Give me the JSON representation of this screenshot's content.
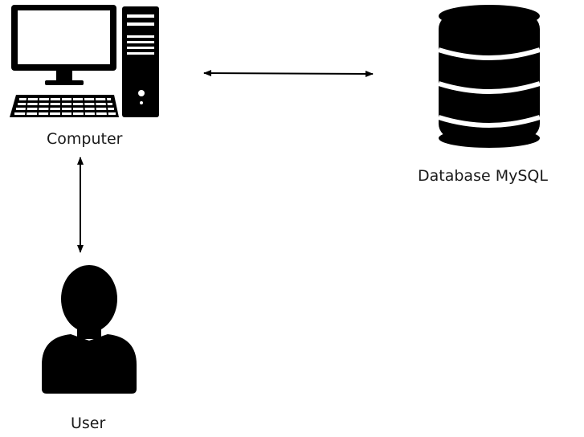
{
  "nodes": {
    "computer": {
      "label": "Computer",
      "icon": "desktop-computer-icon"
    },
    "database": {
      "label": "Database MySQL",
      "icon": "database-icon"
    },
    "user": {
      "label": "User",
      "icon": "user-icon"
    }
  },
  "edges": [
    {
      "from": "computer",
      "to": "database",
      "direction": "bidirectional"
    },
    {
      "from": "computer",
      "to": "user",
      "direction": "bidirectional"
    }
  ],
  "colors": {
    "icon": "#000000",
    "arrow": "#000000",
    "text": "#1a1a1a",
    "background": "#ffffff"
  }
}
